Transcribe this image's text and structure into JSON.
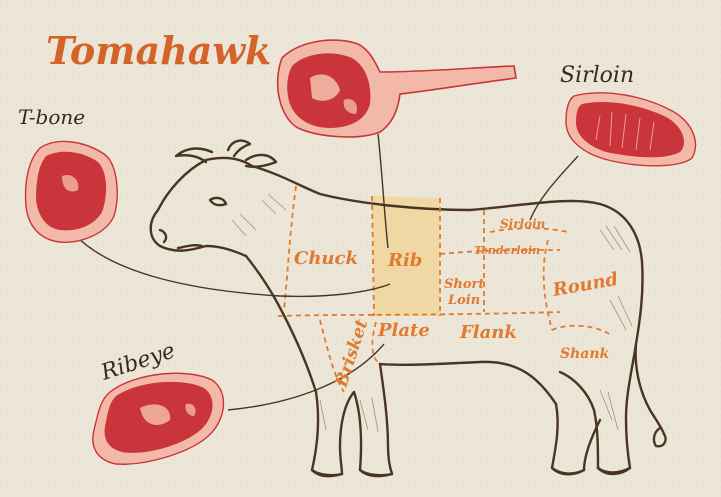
{
  "titles": {
    "tomahawk": "Tomahawk",
    "tbone": "T-bone",
    "sirloin": "Sirloin",
    "ribeye": "Ribeye"
  },
  "cuts": {
    "chuck": "Chuck",
    "rib": "Rib",
    "sirloin": "Sirloin",
    "tenderloin": "Tenderloin",
    "short_loin_1": "Short",
    "short_loin_2": "Loin",
    "round": "Round",
    "plate": "Plate",
    "flank": "Flank",
    "brisket": "Brisket",
    "shank": "Shank"
  },
  "colors": {
    "background": "#ece6d8",
    "accent_orange": "#e07a2e",
    "title_orange": "#d4632a",
    "ink": "#4a3520",
    "meat_red": "#c9353a",
    "meat_light": "#f3b9a8",
    "highlight": "#f0d59a"
  }
}
